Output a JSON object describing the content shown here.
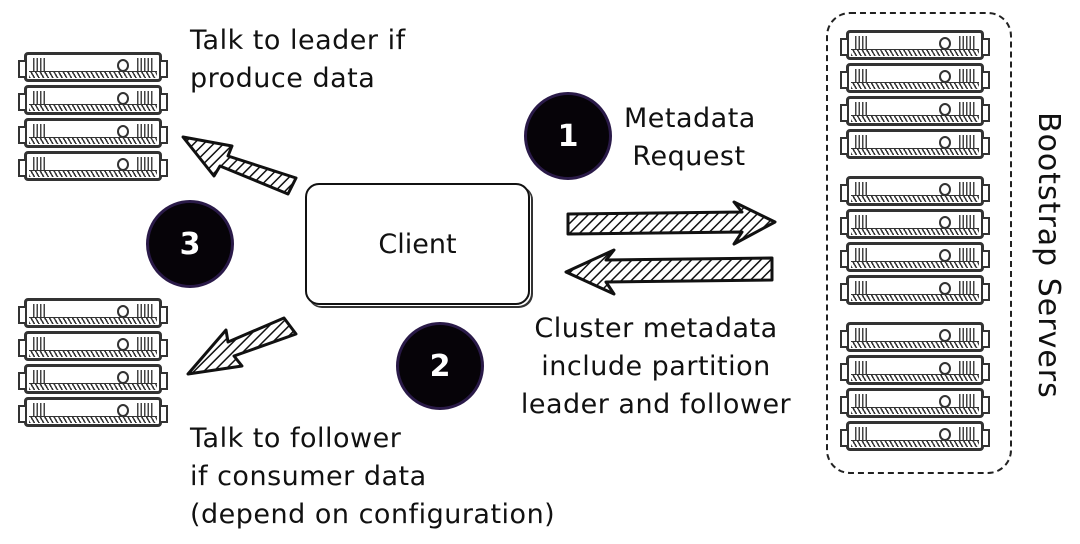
{
  "diagram": {
    "client": {
      "label": "Client"
    },
    "steps": [
      {
        "number": "1",
        "label_lines": [
          "Metadata",
          "Request"
        ]
      },
      {
        "number": "2",
        "label_lines": [
          "Cluster metadata",
          "include partition",
          "leader and follower"
        ]
      },
      {
        "number": "3"
      }
    ],
    "leader_note": {
      "lines": [
        "Talk to leader if",
        "produce data"
      ]
    },
    "follower_note": {
      "lines": [
        "Talk to follower",
        "if consumer data",
        "(depend on configuration)"
      ]
    },
    "bootstrap": {
      "label": "Bootstrap Servers",
      "rack_count": 3,
      "units_per_rack": 4
    },
    "leader_server": {
      "units": 4
    },
    "follower_server": {
      "units": 4
    },
    "colors": {
      "ink": "#111111",
      "badge_fill": "#060308",
      "badge_ring": "#2a1a48",
      "background": "#ffffff"
    }
  }
}
